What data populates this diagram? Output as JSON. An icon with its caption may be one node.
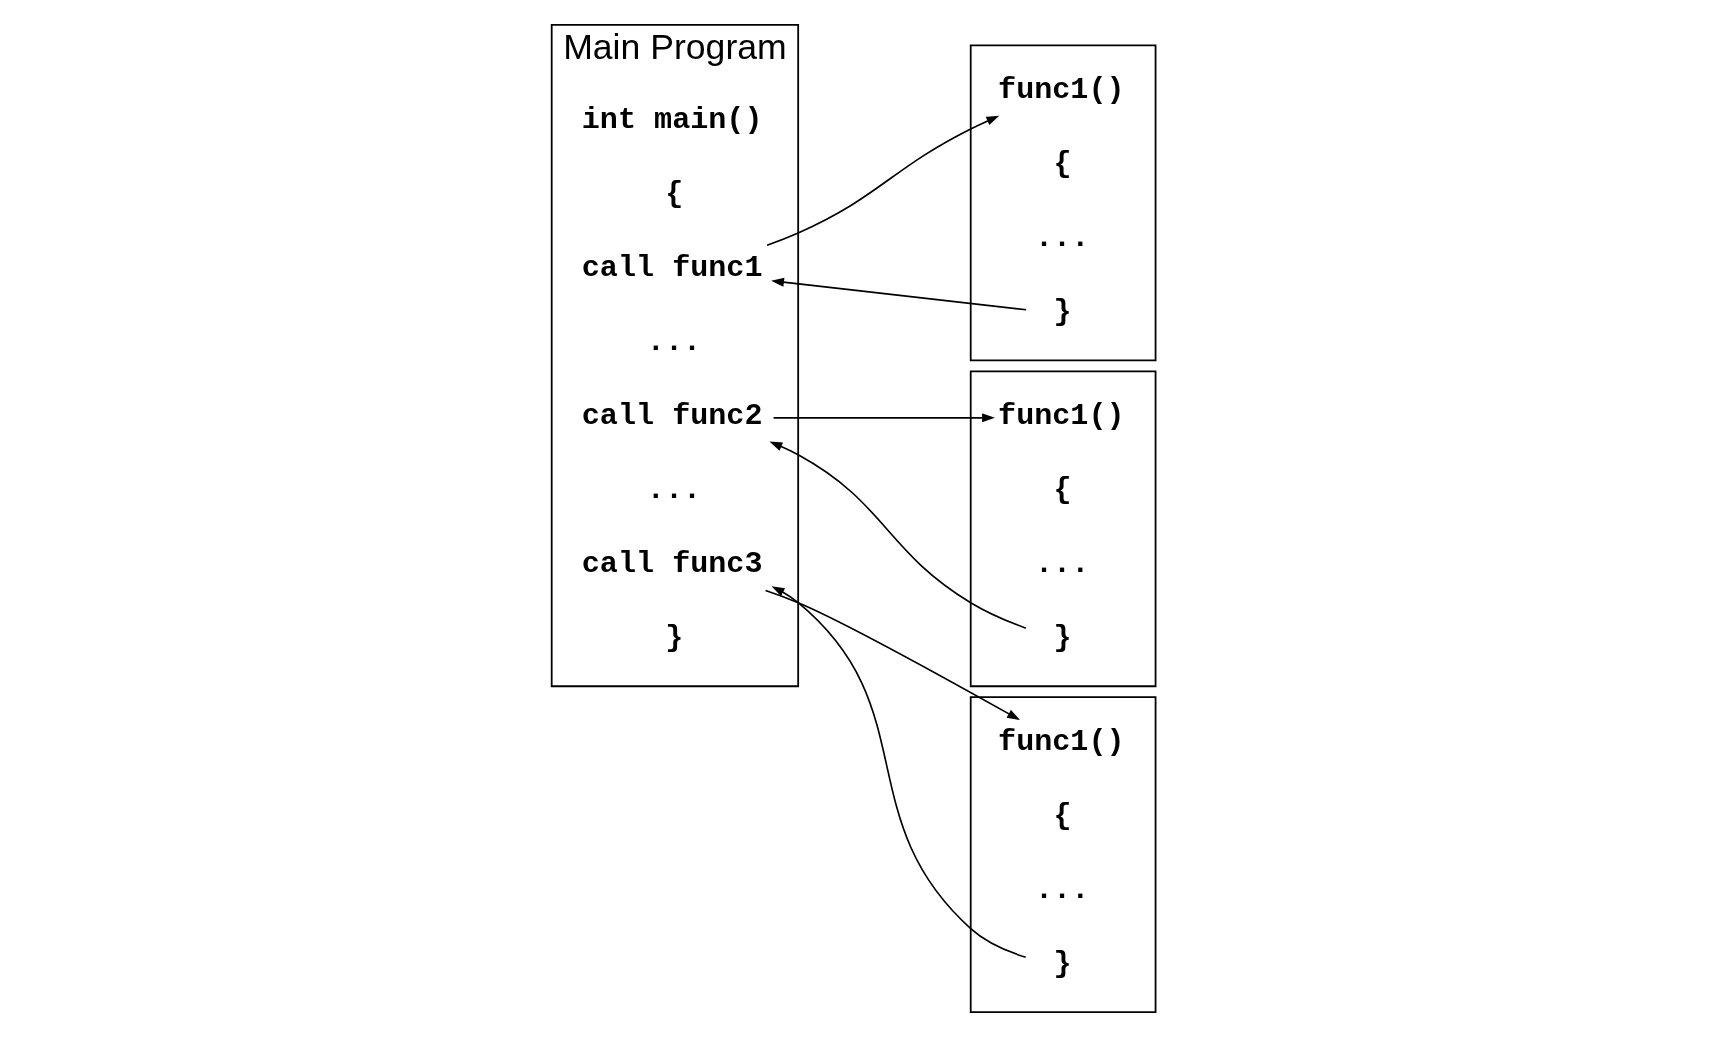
{
  "diagram": {
    "nodes": [
      {
        "text": [
          "Main Program"
        ]
      },
      {
        "text": [
          "int main()"
        ],
        "in": 0
      },
      {
        "text": [
          "{"
        ],
        "in": 0
      },
      {
        "text": [
          "call func1"
        ],
        "in": 0
      },
      {
        "text": [
          "..."
        ],
        "in": 0
      },
      {
        "text": [
          "call func2"
        ],
        "in": 0
      },
      {
        "text": [
          "..."
        ],
        "in": 0
      },
      {
        "text": [
          "call func3"
        ],
        "in": 0
      },
      {
        "text": [
          "}"
        ],
        "in": 0
      },
      {
        "text": [],
        "shape": "box"
      },
      {
        "text": [
          "func1()"
        ],
        "in": 9
      },
      {
        "text": [
          "{"
        ],
        "in": 9
      },
      {
        "text": [
          "..."
        ],
        "in": 9
      },
      {
        "text": [
          "}"
        ],
        "in": 9
      },
      {
        "text": [],
        "shape": "box"
      },
      {
        "text": [
          "func1()"
        ],
        "in": 14
      },
      {
        "text": [
          "{"
        ],
        "in": 14
      },
      {
        "text": [
          "..."
        ],
        "in": 14
      },
      {
        "text": [
          "}"
        ],
        "in": 14
      },
      {
        "text": [],
        "shape": "box"
      },
      {
        "text": [
          "func1()"
        ],
        "in": 19
      },
      {
        "text": [
          "{"
        ],
        "in": 19
      },
      {
        "text": [
          "..."
        ],
        "in": 19
      },
      {
        "text": [
          "}"
        ],
        "in": 19
      }
    ],
    "edges": [
      {
        "from": 3,
        "to": 10,
        "arrow": "to"
      },
      {
        "from": 13,
        "to": 3,
        "arrow": "to"
      },
      {
        "from": 5,
        "to": 15,
        "arrow": "to"
      },
      {
        "from": 18,
        "to": 5,
        "arrow": "to"
      },
      {
        "from": 7,
        "to": 20,
        "arrow": "to"
      },
      {
        "from": 23,
        "to": 7,
        "arrow": "to"
      }
    ]
  }
}
